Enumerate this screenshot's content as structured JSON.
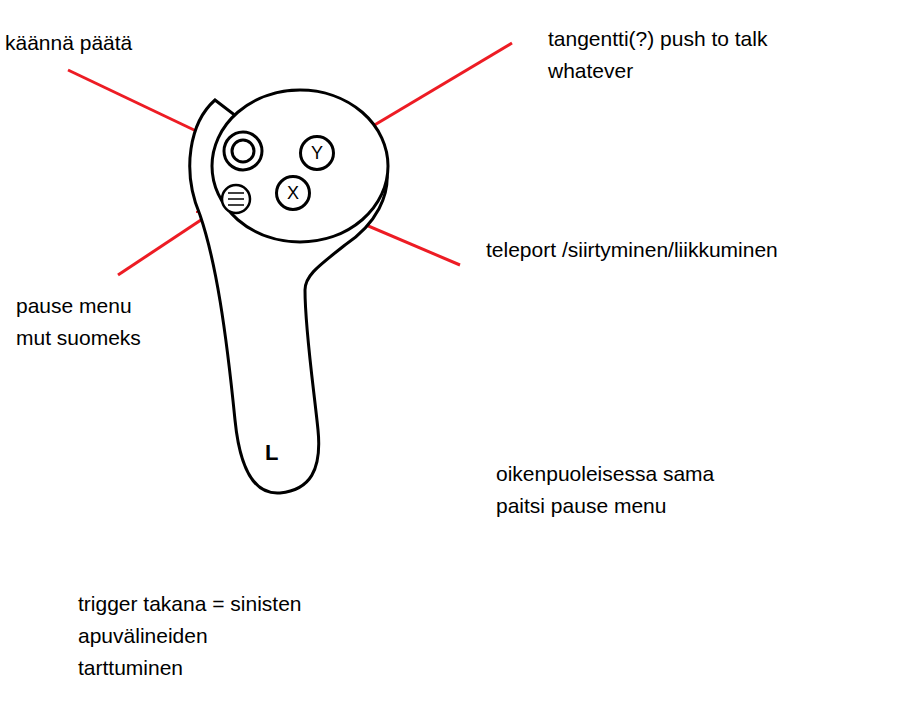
{
  "diagram": {
    "nodes": [
      {
        "text": [
          "L"
        ]
      },
      {
        "text": [
          "Y"
        ],
        "in": 0
      },
      {
        "text": [
          "X"
        ],
        "in": 0
      }
    ],
    "labels": [
      "käännä päätä",
      "tangentti(?) push to talk whatever",
      "teleport /siirtyminen/liikkuminen",
      "pause menu mut suomeks",
      "oikenpuoleisessa sama paitsi pause menu",
      "trigger takana = sinisten apuvälineiden tarttuminen"
    ]
  }
}
